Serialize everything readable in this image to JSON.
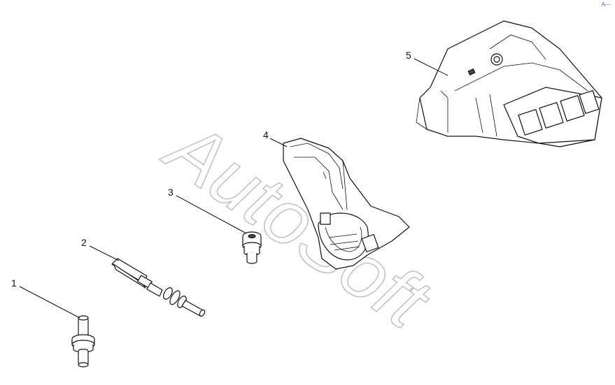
{
  "watermark": "AutoSoft",
  "corner_mark": "A—",
  "callouts": [
    {
      "id": "1",
      "label": "1"
    },
    {
      "id": "2",
      "label": "2"
    },
    {
      "id": "3",
      "label": "3"
    },
    {
      "id": "4",
      "label": "4"
    },
    {
      "id": "5",
      "label": "5"
    }
  ]
}
